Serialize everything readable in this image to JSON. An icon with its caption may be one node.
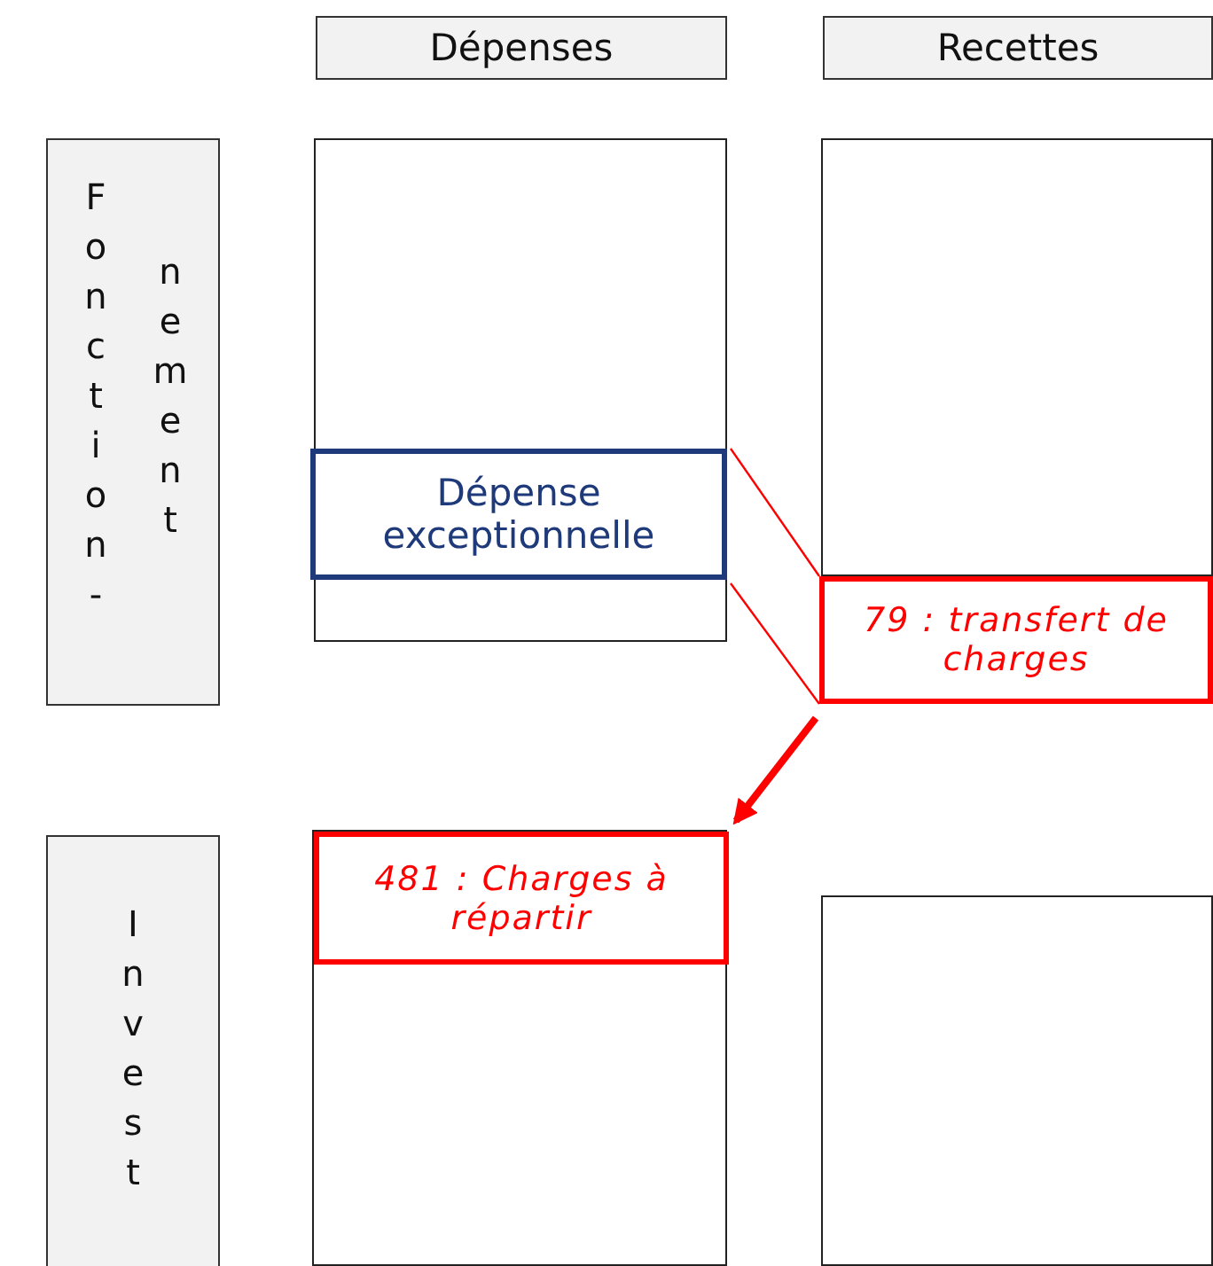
{
  "diagram": {
    "nodes": [
      {
        "text": [
          "Dépenses"
        ]
      },
      {
        "text": [
          "Recettes"
        ]
      },
      {
        "text": [
          "Fonction- nement"
        ]
      },
      {
        "text": [
          "Invest"
        ]
      },
      {
        "text": [],
        "shape": "box"
      },
      {
        "text": [
          "Dépense exceptionnelle"
        ],
        "in": 4
      },
      {
        "text": [],
        "shape": "box"
      },
      {
        "text": [
          "79 : transfert de charges"
        ]
      },
      {
        "text": [],
        "shape": "box"
      },
      {
        "text": [
          "481 : Charges à répartir"
        ],
        "in": 8
      },
      {
        "text": [],
        "shape": "box"
      }
    ],
    "edges": [
      {
        "from": 5,
        "to": 7,
        "arrow": "none"
      },
      {
        "from": 5,
        "to": 7,
        "arrow": "none"
      },
      {
        "from": 7,
        "to": 9,
        "arrow": "to",
        "style": "thick"
      }
    ]
  }
}
